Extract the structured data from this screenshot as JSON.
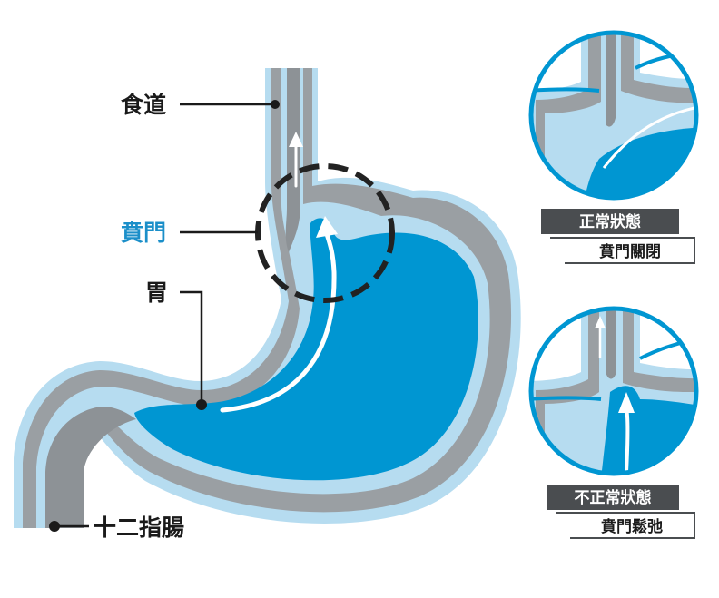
{
  "labels": {
    "esophagus": "食道",
    "cardia": "賁門",
    "stomach": "胃",
    "duodenum": "十二指腸"
  },
  "insets": {
    "normal": {
      "state": "正常狀態",
      "description": "賁門關閉"
    },
    "abnormal": {
      "state": "不正常狀態",
      "description": "賁門鬆弛"
    }
  },
  "colors": {
    "gastric_juice": "#0096d2",
    "wall": "#9a9fa3",
    "lining": "#b6dcf0",
    "accent_label": "#1b8fc9",
    "text": "#1a1a1a",
    "tag_dark": "#4a4d50"
  }
}
